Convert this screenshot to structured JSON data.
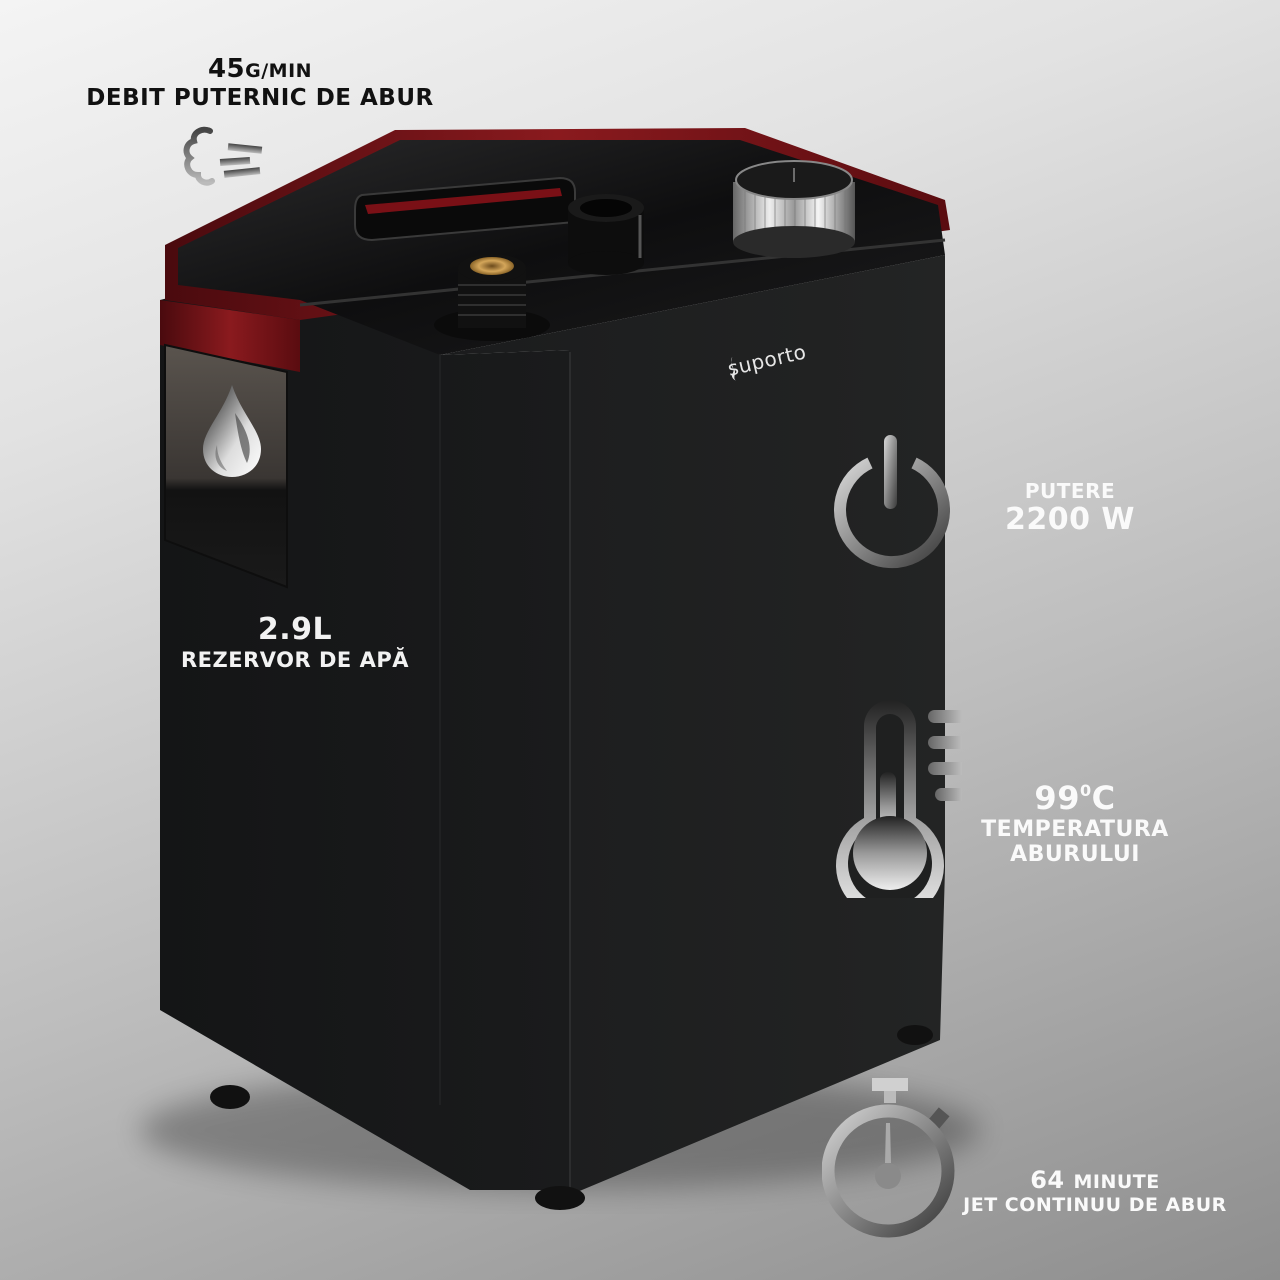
{
  "product": {
    "brand": "suporto",
    "colors": {
      "body": "#1f2020",
      "accent_red": "#7a1016",
      "background_top": "#f4f4f4",
      "background_bottom": "#8e8e8e",
      "text_dark": "#111111",
      "text_light": "#fafafa"
    }
  },
  "features": {
    "steam_flow": {
      "value": "45",
      "unit": "G/MIN",
      "label": "DEBIT PUTERNIC DE ABUR",
      "icon": "steam-cloud-icon"
    },
    "water_tank": {
      "value": "2.9L",
      "label": "REZERVOR DE APĂ",
      "icon": "water-drop-icon"
    },
    "power": {
      "label": "PUTERE",
      "value": "2200 W",
      "icon": "power-icon"
    },
    "temperature": {
      "value": "99",
      "degree": "0",
      "unit": "C",
      "label_line1": "TEMPERATURA",
      "label_line2": "ABURULUI",
      "icon": "thermometer-icon"
    },
    "runtime": {
      "value": "64",
      "unit": "MINUTE",
      "label": "JET CONTINUU DE ABUR",
      "icon": "stopwatch-icon"
    }
  }
}
